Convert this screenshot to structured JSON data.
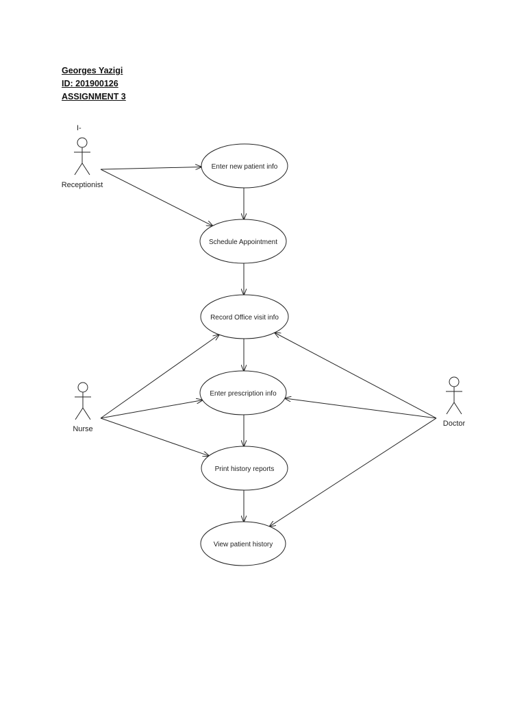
{
  "header": {
    "name": "Georges Yazigi",
    "id_line": "ID: 201900126",
    "assignment": "ASSIGNMENT 3"
  },
  "section_marker": "I-",
  "actors": [
    {
      "id": "receptionist",
      "label": "Receptionist"
    },
    {
      "id": "nurse",
      "label": "Nurse"
    },
    {
      "id": "doctor",
      "label": "Doctor"
    }
  ],
  "use_cases": [
    {
      "id": "enter-new-patient-info",
      "label": "Enter new patient info"
    },
    {
      "id": "schedule-appointment",
      "label": "Schedule Appointment"
    },
    {
      "id": "record-office-visit-info",
      "label": "Record Office visit info"
    },
    {
      "id": "enter-prescription-info",
      "label": "Enter prescription info"
    },
    {
      "id": "print-history-reports",
      "label": "Print history reports"
    },
    {
      "id": "view-patient-history",
      "label": "View patient history"
    }
  ],
  "associations": [
    {
      "from": "receptionist",
      "to": "enter-new-patient-info"
    },
    {
      "from": "receptionist",
      "to": "schedule-appointment"
    },
    {
      "from": "nurse",
      "to": "record-office-visit-info"
    },
    {
      "from": "nurse",
      "to": "enter-prescription-info"
    },
    {
      "from": "nurse",
      "to": "print-history-reports"
    },
    {
      "from": "doctor",
      "to": "record-office-visit-info"
    },
    {
      "from": "doctor",
      "to": "enter-prescription-info"
    },
    {
      "from": "doctor",
      "to": "view-patient-history"
    }
  ],
  "flows": [
    {
      "from": "enter-new-patient-info",
      "to": "schedule-appointment"
    },
    {
      "from": "schedule-appointment",
      "to": "record-office-visit-info"
    },
    {
      "from": "record-office-visit-info",
      "to": "enter-prescription-info"
    },
    {
      "from": "enter-prescription-info",
      "to": "print-history-reports"
    },
    {
      "from": "print-history-reports",
      "to": "view-patient-history"
    }
  ],
  "colors": {
    "line": "#222222",
    "ellipse_fill": "#ffffff",
    "text": "#222222"
  }
}
